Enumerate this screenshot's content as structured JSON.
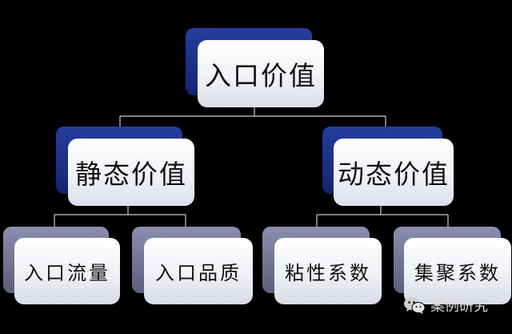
{
  "diagram": {
    "root": {
      "label": "入口价值"
    },
    "children": [
      {
        "label": "静态价值",
        "children": [
          {
            "label": "入口流量"
          },
          {
            "label": "入口品质"
          }
        ]
      },
      {
        "label": "动态价值",
        "children": [
          {
            "label": "粘性系数"
          },
          {
            "label": "集聚系数"
          }
        ]
      }
    ]
  },
  "watermark": {
    "text": "案例研究",
    "icon": "wechat-icon"
  },
  "colors": {
    "background": "#000000",
    "top_box_accent": "#1f3388",
    "bottom_box_accent": "#7a7f9e",
    "card": "#f3f4f8",
    "connector": "#c9cbd3"
  }
}
